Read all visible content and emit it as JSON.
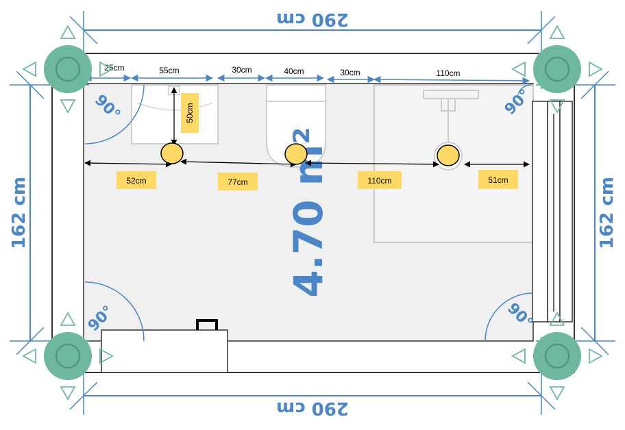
{
  "plan": {
    "area_label": "4.70 m²",
    "outer_width_label": "290 cm",
    "outer_height_label": "162 cm",
    "angle_label": "90°",
    "top_segments": [
      "25cm",
      "55cm",
      "30cm",
      "40cm",
      "30cm",
      "110cm"
    ],
    "vertical_label": "50cm",
    "horizontal_labels": [
      "52cm",
      "77cm",
      "110cm",
      "51cm"
    ],
    "colors": {
      "dimension_blue": "#4a86c8",
      "marker_yellow": "#ffd966",
      "label_yellow": "#ffd966",
      "corner_green": "#6fb8a0",
      "floor_gray": "#f0f0f0"
    }
  }
}
